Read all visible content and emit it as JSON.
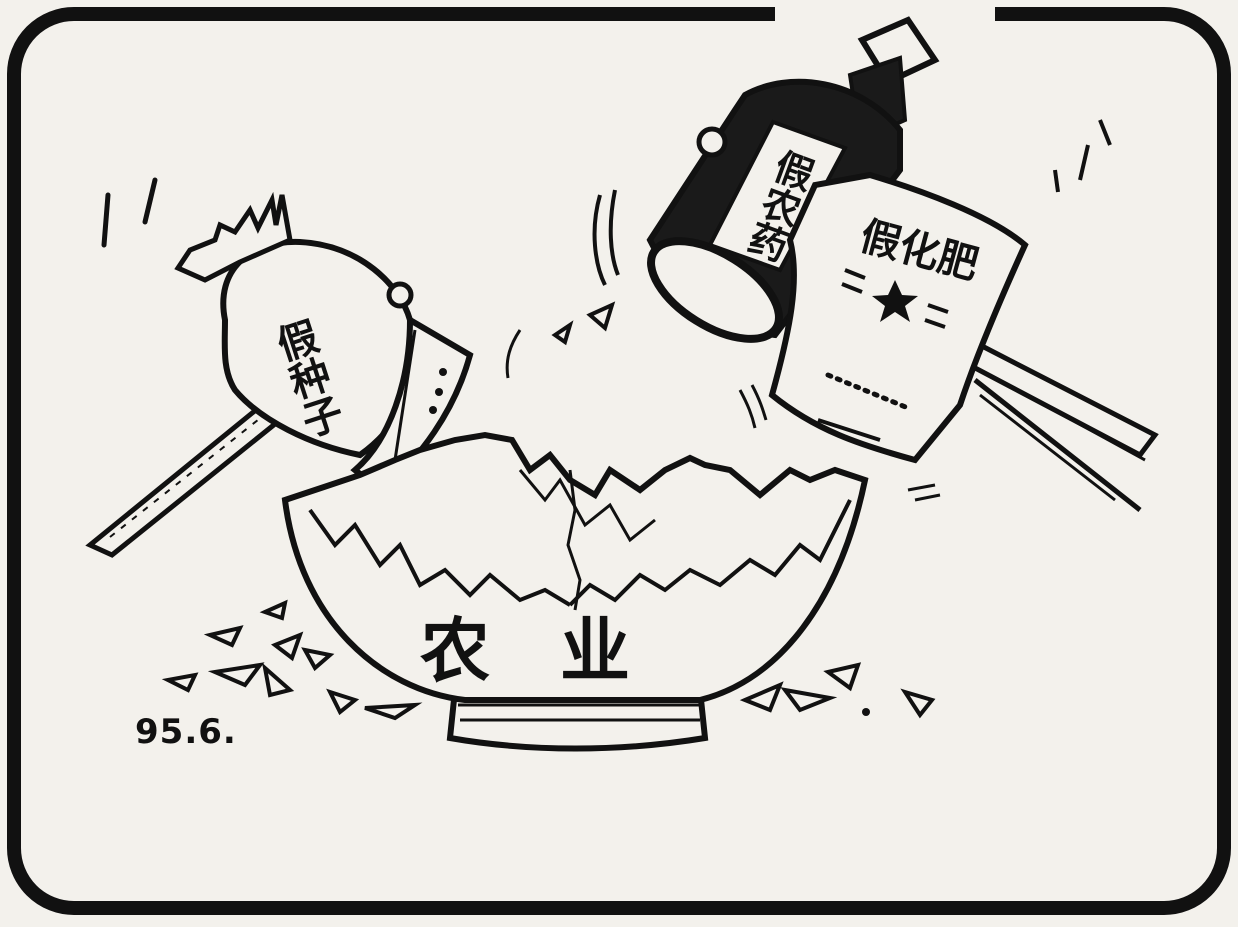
{
  "cartoon": {
    "labels": {
      "seed_bag": "假种子",
      "pesticide_bottle": "假农药",
      "fertilizer_bag": "假化肥",
      "bowl": "农业"
    },
    "date": "95.6."
  },
  "colors": {
    "ink": "#111111",
    "paper": "#f3f1ec",
    "bottle": "#1a1a1a"
  },
  "icons": {
    "seed_hammer": "seed-bag-hammer-icon",
    "pesticide_hammer": "pesticide-bottle-hammer-icon",
    "fertilizer_hammer": "fertilizer-bag-hammer-icon",
    "bowl": "broken-bowl-icon"
  }
}
